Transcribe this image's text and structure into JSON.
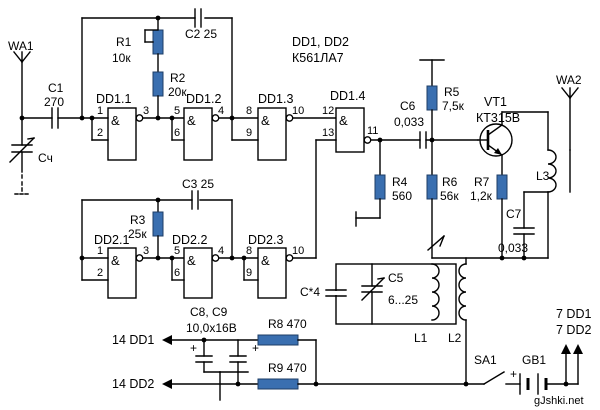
{
  "chips": "DD1, DD2",
  "chip_type": "К561ЛА7",
  "antenna1": "WA1",
  "antenna2": "WA2",
  "c1": {
    "ref": "C1",
    "val": "270"
  },
  "cx": "Cч",
  "r1": {
    "ref": "R1",
    "val": "10к"
  },
  "r2": {
    "ref": "R2",
    "val": "20к"
  },
  "c2": "C2 25",
  "dd11": "DD1.1",
  "dd12": "DD1.2",
  "dd13": "DD1.3",
  "dd14": "DD1.4",
  "c6": {
    "ref": "C6",
    "val": "0,033"
  },
  "r5": {
    "ref": "R5",
    "val": "7,5к"
  },
  "vt1": {
    "ref": "VT1",
    "val": "КТ315В"
  },
  "r4": {
    "ref": "R4",
    "val": "560"
  },
  "r6": {
    "ref": "R6",
    "val": "56к"
  },
  "r7": {
    "ref": "R7",
    "val": "1,2к"
  },
  "l3": "L3",
  "c7": {
    "ref": "C7",
    "val": "0,033"
  },
  "c3": "C3 25",
  "r3": {
    "ref": "R3",
    "val": "25к"
  },
  "dd21": "DD2.1",
  "dd22": "DD2.2",
  "dd23": "DD2.3",
  "c4": "C*4",
  "c5": {
    "ref": "C5",
    "val": "6...25"
  },
  "l1": "L1",
  "l2": "L2",
  "c89": {
    "ref": "C8, C9",
    "val": "10,0x16В"
  },
  "r8": "R8 470",
  "r9": "R9 470",
  "pwr1": "14 DD1",
  "pwr2": "14 DD2",
  "sa1": "SA1",
  "gb1": "GB1",
  "gnd1": "7 DD1",
  "gnd2": "7 DD2",
  "plus": "+",
  "amp": "&",
  "pins": {
    "p1": "1",
    "p2": "2",
    "p3": "3",
    "p4": "4",
    "p5": "5",
    "p6": "6",
    "p8": "8",
    "p9": "9",
    "p10": "10",
    "p11": "11",
    "p12": "12",
    "p13": "13"
  },
  "watermark": "gJshki.net"
}
